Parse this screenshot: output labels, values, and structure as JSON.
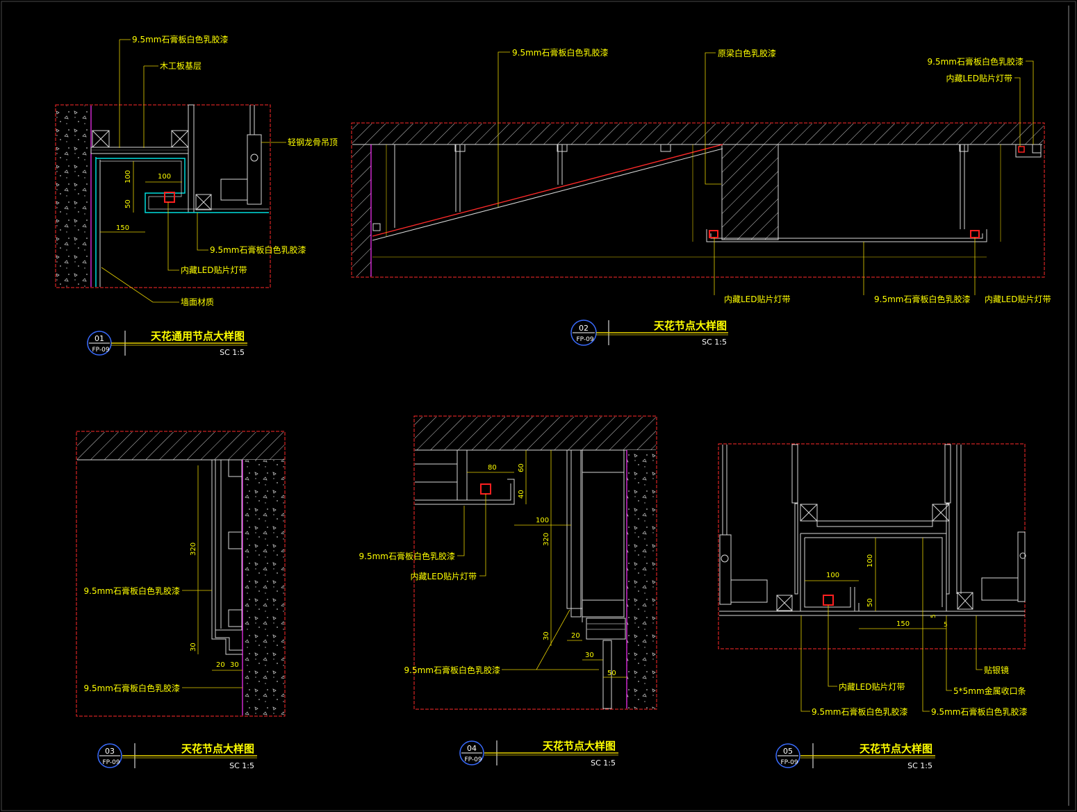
{
  "colors": {
    "background": "#000000",
    "frame": "#ff2a2a",
    "label": "#ffff00",
    "hatch": "#d8d8d8",
    "leader": "#e8d200",
    "magenta": "#ff33ff",
    "cyan": "#00dddd",
    "led": "#ff2020"
  },
  "detail1": {
    "callouts": {
      "gypsum_top": "9.5mm石膏板白色乳胶漆",
      "plywood": "木工板基层",
      "keel": "轻钢龙骨吊顶",
      "gypsum_bottom": "9.5mm石膏板白色乳胶漆",
      "led": "内藏LED贴片灯带",
      "wall": "墙面材质"
    },
    "dims": {
      "d100h": "100",
      "d100v": "100",
      "d50": "50",
      "d150": "150"
    },
    "title": {
      "num": "01",
      "sheet": "FP-09",
      "name": "天花通用节点大样图",
      "scale": "SC  1:5"
    }
  },
  "detail2": {
    "callouts": {
      "gypsum_top": "9.5mm石膏板白色乳胶漆",
      "beam": "原梁白色乳胶漆",
      "gypsum_right": "9.5mm石膏板白色乳胶漆",
      "led_right_top": "内藏LED贴片灯带",
      "led_left": "内藏LED贴片灯带",
      "gypsum_bottom": "9.5mm石膏板白色乳胶漆",
      "led_right": "内藏LED贴片灯带"
    },
    "title": {
      "num": "02",
      "sheet": "FP-09",
      "name": "天花节点大样图",
      "scale": "SC  1:5"
    }
  },
  "detail3": {
    "callouts": {
      "gypsum_mid": "9.5mm石膏板白色乳胶漆",
      "gypsum_bottom": "9.5mm石膏板白色乳胶漆"
    },
    "dims": {
      "d320": "320",
      "d30": "30",
      "d20": "20",
      "d30b": "30"
    },
    "title": {
      "num": "03",
      "sheet": "FP-09",
      "name": "天花节点大样图",
      "scale": "SC  1:5"
    }
  },
  "detail4": {
    "callouts": {
      "gypsum_left": "9.5mm石膏板白色乳胶漆",
      "led": "内藏LED贴片灯带",
      "gypsum_bottom": "9.5mm石膏板白色乳胶漆"
    },
    "dims": {
      "d80": "80",
      "d60": "60",
      "d40": "40",
      "d100": "100",
      "d320": "320",
      "d30": "30",
      "d20": "20",
      "d30b": "30",
      "d50": "50"
    },
    "title": {
      "num": "04",
      "sheet": "FP-09",
      "name": "天花节点大样图",
      "scale": "SC  1:5"
    }
  },
  "detail5": {
    "callouts": {
      "led": "内藏LED贴片灯带",
      "mirror": "贴银镜",
      "metal": "5*5mm金属收口条",
      "gypsum_left": "9.5mm石膏板白色乳胶漆",
      "gypsum_right": "9.5mm石膏板白色乳胶漆"
    },
    "dims": {
      "d100v": "100",
      "d100h": "100",
      "d50": "50",
      "d150": "150",
      "d5a": "5",
      "d5b": "5"
    },
    "title": {
      "num": "05",
      "sheet": "FP-09",
      "name": "天花节点大样图",
      "scale": "SC  1:5"
    }
  }
}
